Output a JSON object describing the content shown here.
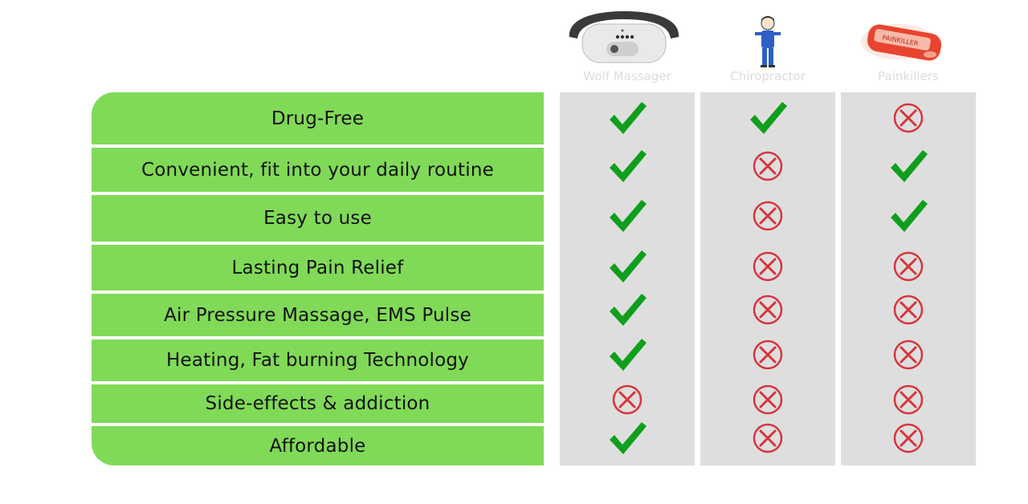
{
  "columns": [
    {
      "label": "Wolf Massager",
      "icon": "belt-massager-image"
    },
    {
      "label": "Chiropractor",
      "icon": "chiropractor-figure-image"
    },
    {
      "label": "Painkillers",
      "icon": "painkiller-pill-bottle-image"
    }
  ],
  "rows": [
    {
      "feature": "Drug-Free",
      "values": [
        true,
        true,
        false
      ]
    },
    {
      "feature": "Convenient, fit into your daily routine",
      "values": [
        true,
        false,
        true
      ]
    },
    {
      "feature": "Easy to use",
      "values": [
        true,
        false,
        true
      ]
    },
    {
      "feature": "Lasting Pain Relief",
      "values": [
        true,
        false,
        false
      ]
    },
    {
      "feature": "Air Pressure Massage, EMS Pulse",
      "values": [
        true,
        false,
        false
      ]
    },
    {
      "feature": "Heating, Fat burning Technology",
      "values": [
        true,
        false,
        false
      ]
    },
    {
      "feature": "Side-effects & addiction",
      "values": [
        false,
        false,
        false
      ]
    },
    {
      "feature": "Affordable",
      "values": [
        true,
        false,
        false
      ]
    }
  ],
  "colors": {
    "feature_bg": "#80da57",
    "column_bg": "#dedede",
    "check": "#0f9f1c",
    "cross": "#d8343b"
  },
  "bottle_label": "PAINKILLER"
}
